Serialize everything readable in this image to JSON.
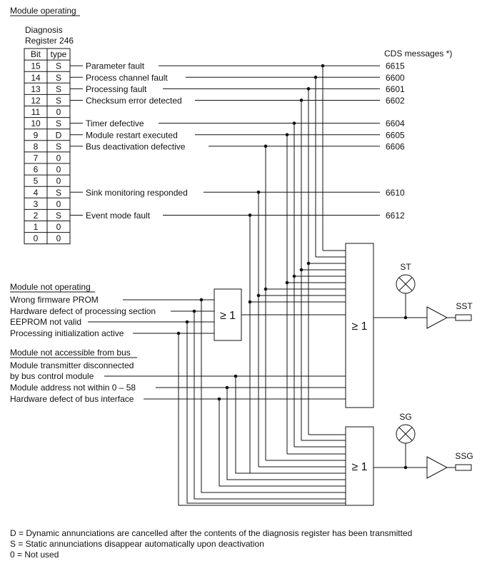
{
  "headings": {
    "module_operating": "Module operating",
    "module_not_operating": "Module not operating",
    "module_not_accessible": "Module not accessible from bus"
  },
  "register": {
    "title_line1": "Diagnosis",
    "title_line2": "Register 246",
    "col_bit": "Bit",
    "col_type": "type",
    "rows": [
      {
        "bit": "15",
        "type": "S",
        "desc": "Parameter fault",
        "msg": "6615"
      },
      {
        "bit": "14",
        "type": "S",
        "desc": "Process channel fault",
        "msg": "6600"
      },
      {
        "bit": "13",
        "type": "S",
        "desc": "Processing fault",
        "msg": "6601"
      },
      {
        "bit": "12",
        "type": "S",
        "desc": "Checksum error detected",
        "msg": "6602"
      },
      {
        "bit": "11",
        "type": "0",
        "desc": "",
        "msg": ""
      },
      {
        "bit": "10",
        "type": "S",
        "desc": "Timer defective",
        "msg": "6604"
      },
      {
        "bit": "9",
        "type": "D",
        "desc": "Module restart executed",
        "msg": "6605"
      },
      {
        "bit": "8",
        "type": "S",
        "desc": "Bus deactivation defective",
        "msg": "6606"
      },
      {
        "bit": "7",
        "type": "0",
        "desc": "",
        "msg": ""
      },
      {
        "bit": "6",
        "type": "0",
        "desc": "",
        "msg": ""
      },
      {
        "bit": "5",
        "type": "0",
        "desc": "",
        "msg": ""
      },
      {
        "bit": "4",
        "type": "S",
        "desc": "Sink monitoring responded",
        "msg": "6610"
      },
      {
        "bit": "3",
        "type": "0",
        "desc": "",
        "msg": ""
      },
      {
        "bit": "2",
        "type": "S",
        "desc": "Event mode fault",
        "msg": "6612"
      },
      {
        "bit": "1",
        "type": "0",
        "desc": "",
        "msg": ""
      },
      {
        "bit": "0",
        "type": "0",
        "desc": "",
        "msg": ""
      }
    ]
  },
  "cds_header": "CDS messages *)",
  "not_operating_items": [
    "Wrong firmware PROM",
    "Hardware defect of processing section",
    "EEPROM not valid",
    "Processing initialization active"
  ],
  "not_accessible_items": [
    "Module transmitter disconnected",
    "by bus control module",
    "Module address not within 0 – 58",
    "Hardware defect of bus interface"
  ],
  "gate_label": "≥ 1",
  "lamps": {
    "st": "ST",
    "sg": "SG"
  },
  "outputs": {
    "sst": "SST",
    "ssg": "SSG"
  },
  "legend": [
    "D = Dynamic annunciations are cancelled after the contents of the diagnosis register has been transmitted",
    "S = Static annunciations disappear automatically upon deactivation",
    "0 = Not used"
  ]
}
